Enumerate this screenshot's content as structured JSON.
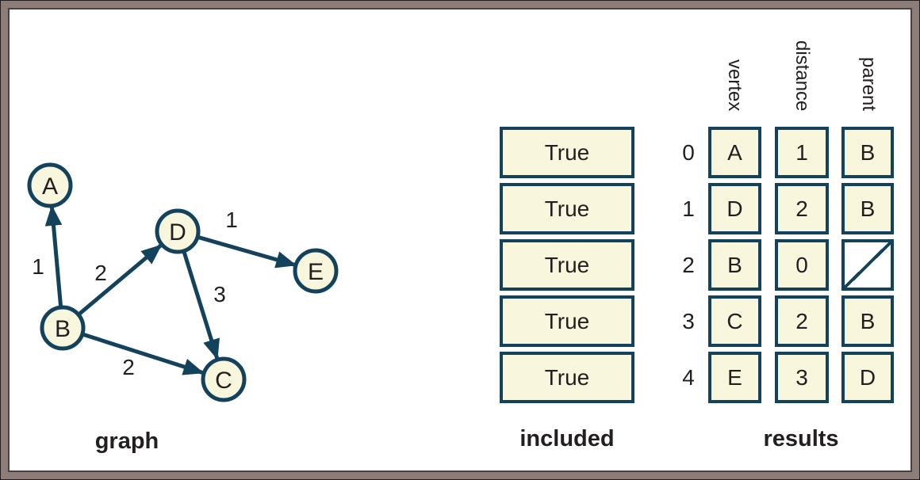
{
  "graph": {
    "caption": "graph",
    "nodes": [
      {
        "label": "A"
      },
      {
        "label": "B"
      },
      {
        "label": "C"
      },
      {
        "label": "D"
      },
      {
        "label": "E"
      }
    ],
    "edges": [
      {
        "from": "B",
        "to": "A",
        "weight": "1"
      },
      {
        "from": "B",
        "to": "D",
        "weight": "2"
      },
      {
        "from": "B",
        "to": "C",
        "weight": "2"
      },
      {
        "from": "D",
        "to": "C",
        "weight": "3"
      },
      {
        "from": "D",
        "to": "E",
        "weight": "1"
      }
    ]
  },
  "included": {
    "caption": "included",
    "values": [
      "True",
      "True",
      "True",
      "True",
      "True"
    ]
  },
  "results": {
    "caption": "results",
    "column_headers": [
      "vertex",
      "distance",
      "parent"
    ],
    "rows": [
      {
        "index": "0",
        "vertex": "A",
        "distance": "1",
        "parent": "B"
      },
      {
        "index": "1",
        "vertex": "D",
        "distance": "2",
        "parent": "B"
      },
      {
        "index": "2",
        "vertex": "B",
        "distance": "0",
        "parent": ""
      },
      {
        "index": "3",
        "vertex": "C",
        "distance": "2",
        "parent": "B"
      },
      {
        "index": "4",
        "vertex": "E",
        "distance": "3",
        "parent": "D"
      }
    ]
  },
  "colors": {
    "cell_fill": "#f8f6dd",
    "cell_stroke": "#13435c",
    "frame": "#8c7d78",
    "text": "#231f20"
  }
}
